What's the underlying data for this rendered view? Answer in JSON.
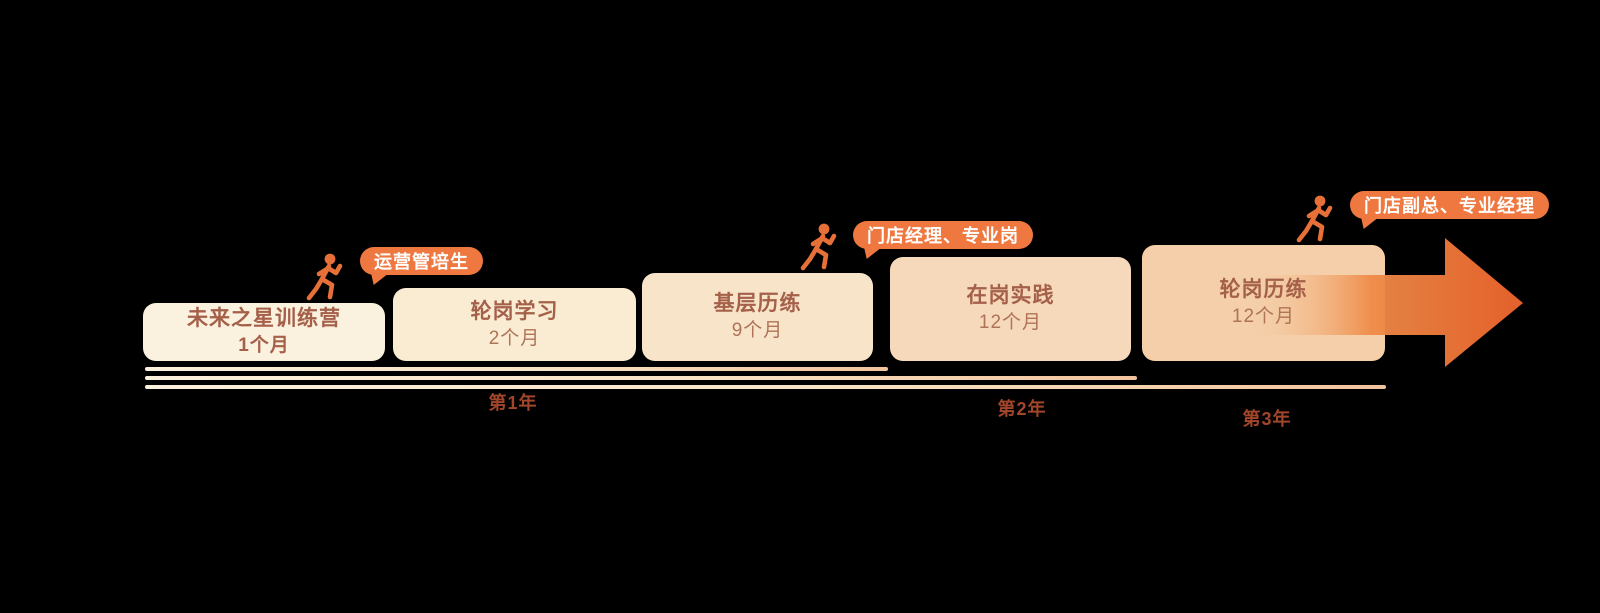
{
  "stages": [
    {
      "title": "未来之星训练营",
      "duration": "1个月",
      "color": "#FAF1DE"
    },
    {
      "title": "轮岗学习",
      "duration": "2个月",
      "color": "#F9ECD3"
    },
    {
      "title": "基层历练",
      "duration": "9个月",
      "color": "#F8E5C9"
    },
    {
      "title": "在岗实践",
      "duration": "12个月",
      "color": "#F6D9BB"
    },
    {
      "title": "轮岗历练",
      "duration": "12个月",
      "color": "#F4CFA9"
    }
  ],
  "milestone_bubbles": [
    {
      "label": "运营管培生",
      "color": "#EE7840"
    },
    {
      "label": "门店经理、专业岗",
      "color": "#EE7840"
    },
    {
      "label": "门店副总、专业经理",
      "color": "#EE7840"
    }
  ],
  "years": [
    {
      "label": "第1年"
    },
    {
      "label": "第2年"
    },
    {
      "label": "第3年"
    }
  ],
  "colors": {
    "background": "#000000",
    "stage_title_text": "#A5604A",
    "stage_duration_text": "#AF7357",
    "year_label_text": "#A1452B",
    "bubble_text": "#FFFFFF",
    "runner": "#E77038",
    "arrow_gradient_start": "#F5CFA8",
    "arrow_gradient_mid": "#EF8B48",
    "arrow_gradient_end": "#E4602A",
    "timeline_gradient_start": "#FBF0DC",
    "timeline_gradient_end": "#F2C49E"
  }
}
